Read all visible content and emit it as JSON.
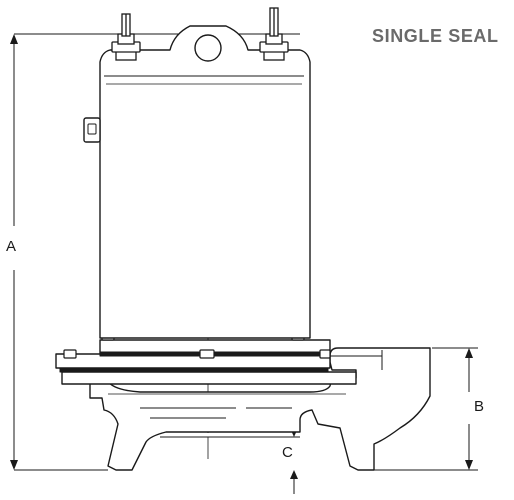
{
  "title": "SINGLE SEAL",
  "dimensions": {
    "a": "A",
    "b": "B",
    "c": "C"
  },
  "colors": {
    "outline": "#1a1a1a",
    "body_fill": "#1a1a1a",
    "title_gray": "#6a6a6a",
    "background": "#ffffff"
  }
}
